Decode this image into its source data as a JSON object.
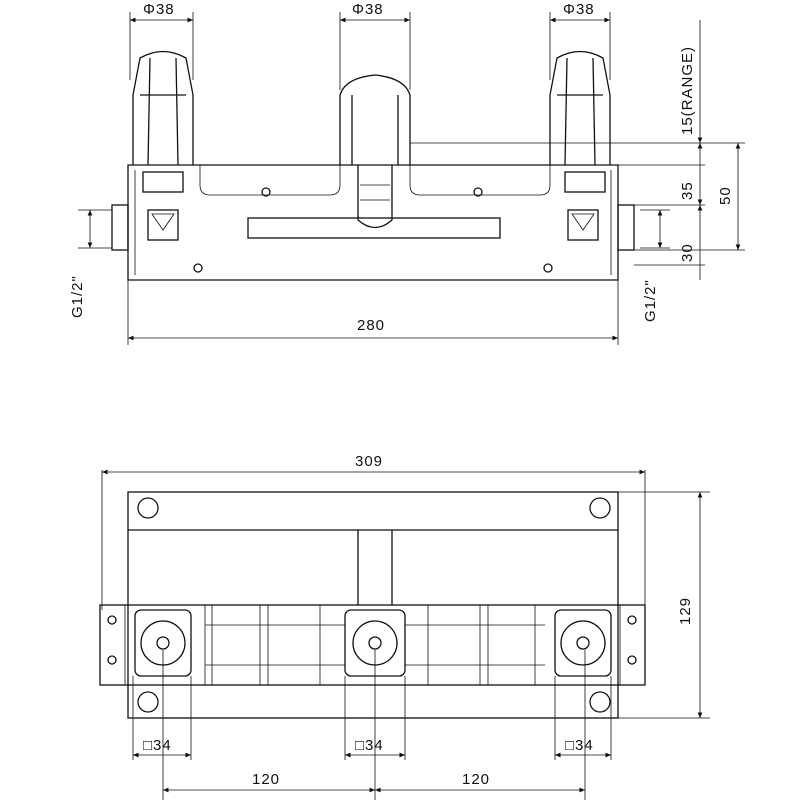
{
  "top_view": {
    "handle_diameter_left": "Φ38",
    "handle_diameter_center": "Φ38",
    "handle_diameter_right": "Φ38",
    "range_label": "15(RANGE)",
    "dim_35": "35",
    "dim_50": "50",
    "dim_30": "30",
    "inlet_left": "G1/2\"",
    "inlet_right": "G1/2\"",
    "width": "280"
  },
  "bottom_view": {
    "overall_width": "309",
    "depth": "129",
    "square_left": "□34",
    "square_center": "□34",
    "square_right": "□34",
    "spacing_left": "120",
    "spacing_right": "120"
  },
  "colors": {
    "line": "#111111",
    "background": "#ffffff"
  }
}
